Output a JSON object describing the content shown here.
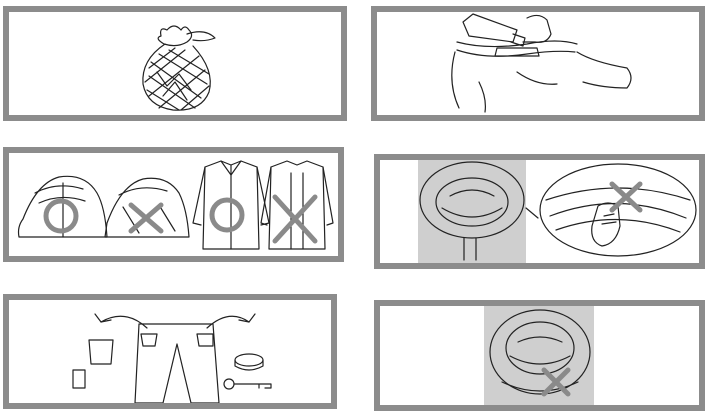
{
  "panels": [
    {
      "id": "p1",
      "icon": "laundry-net-bag-icon"
    },
    {
      "id": "p2",
      "icon": "pretreat-collar-icon"
    },
    {
      "id": "p3",
      "icon": "close-fastenings-icon",
      "marks": [
        "circle",
        "cross",
        "circle",
        "cross"
      ]
    },
    {
      "id": "p4",
      "icon": "drum-gasket-check-icon",
      "marks": [
        "cross"
      ]
    },
    {
      "id": "p5",
      "icon": "empty-pockets-icon"
    },
    {
      "id": "p6",
      "icon": "no-objects-in-drum-icon",
      "marks": [
        "cross"
      ]
    }
  ],
  "colors": {
    "frame": "#8c8c8c",
    "mark": "#8a8a8a",
    "ink": "#222222",
    "photo": "#cfcfcf"
  }
}
